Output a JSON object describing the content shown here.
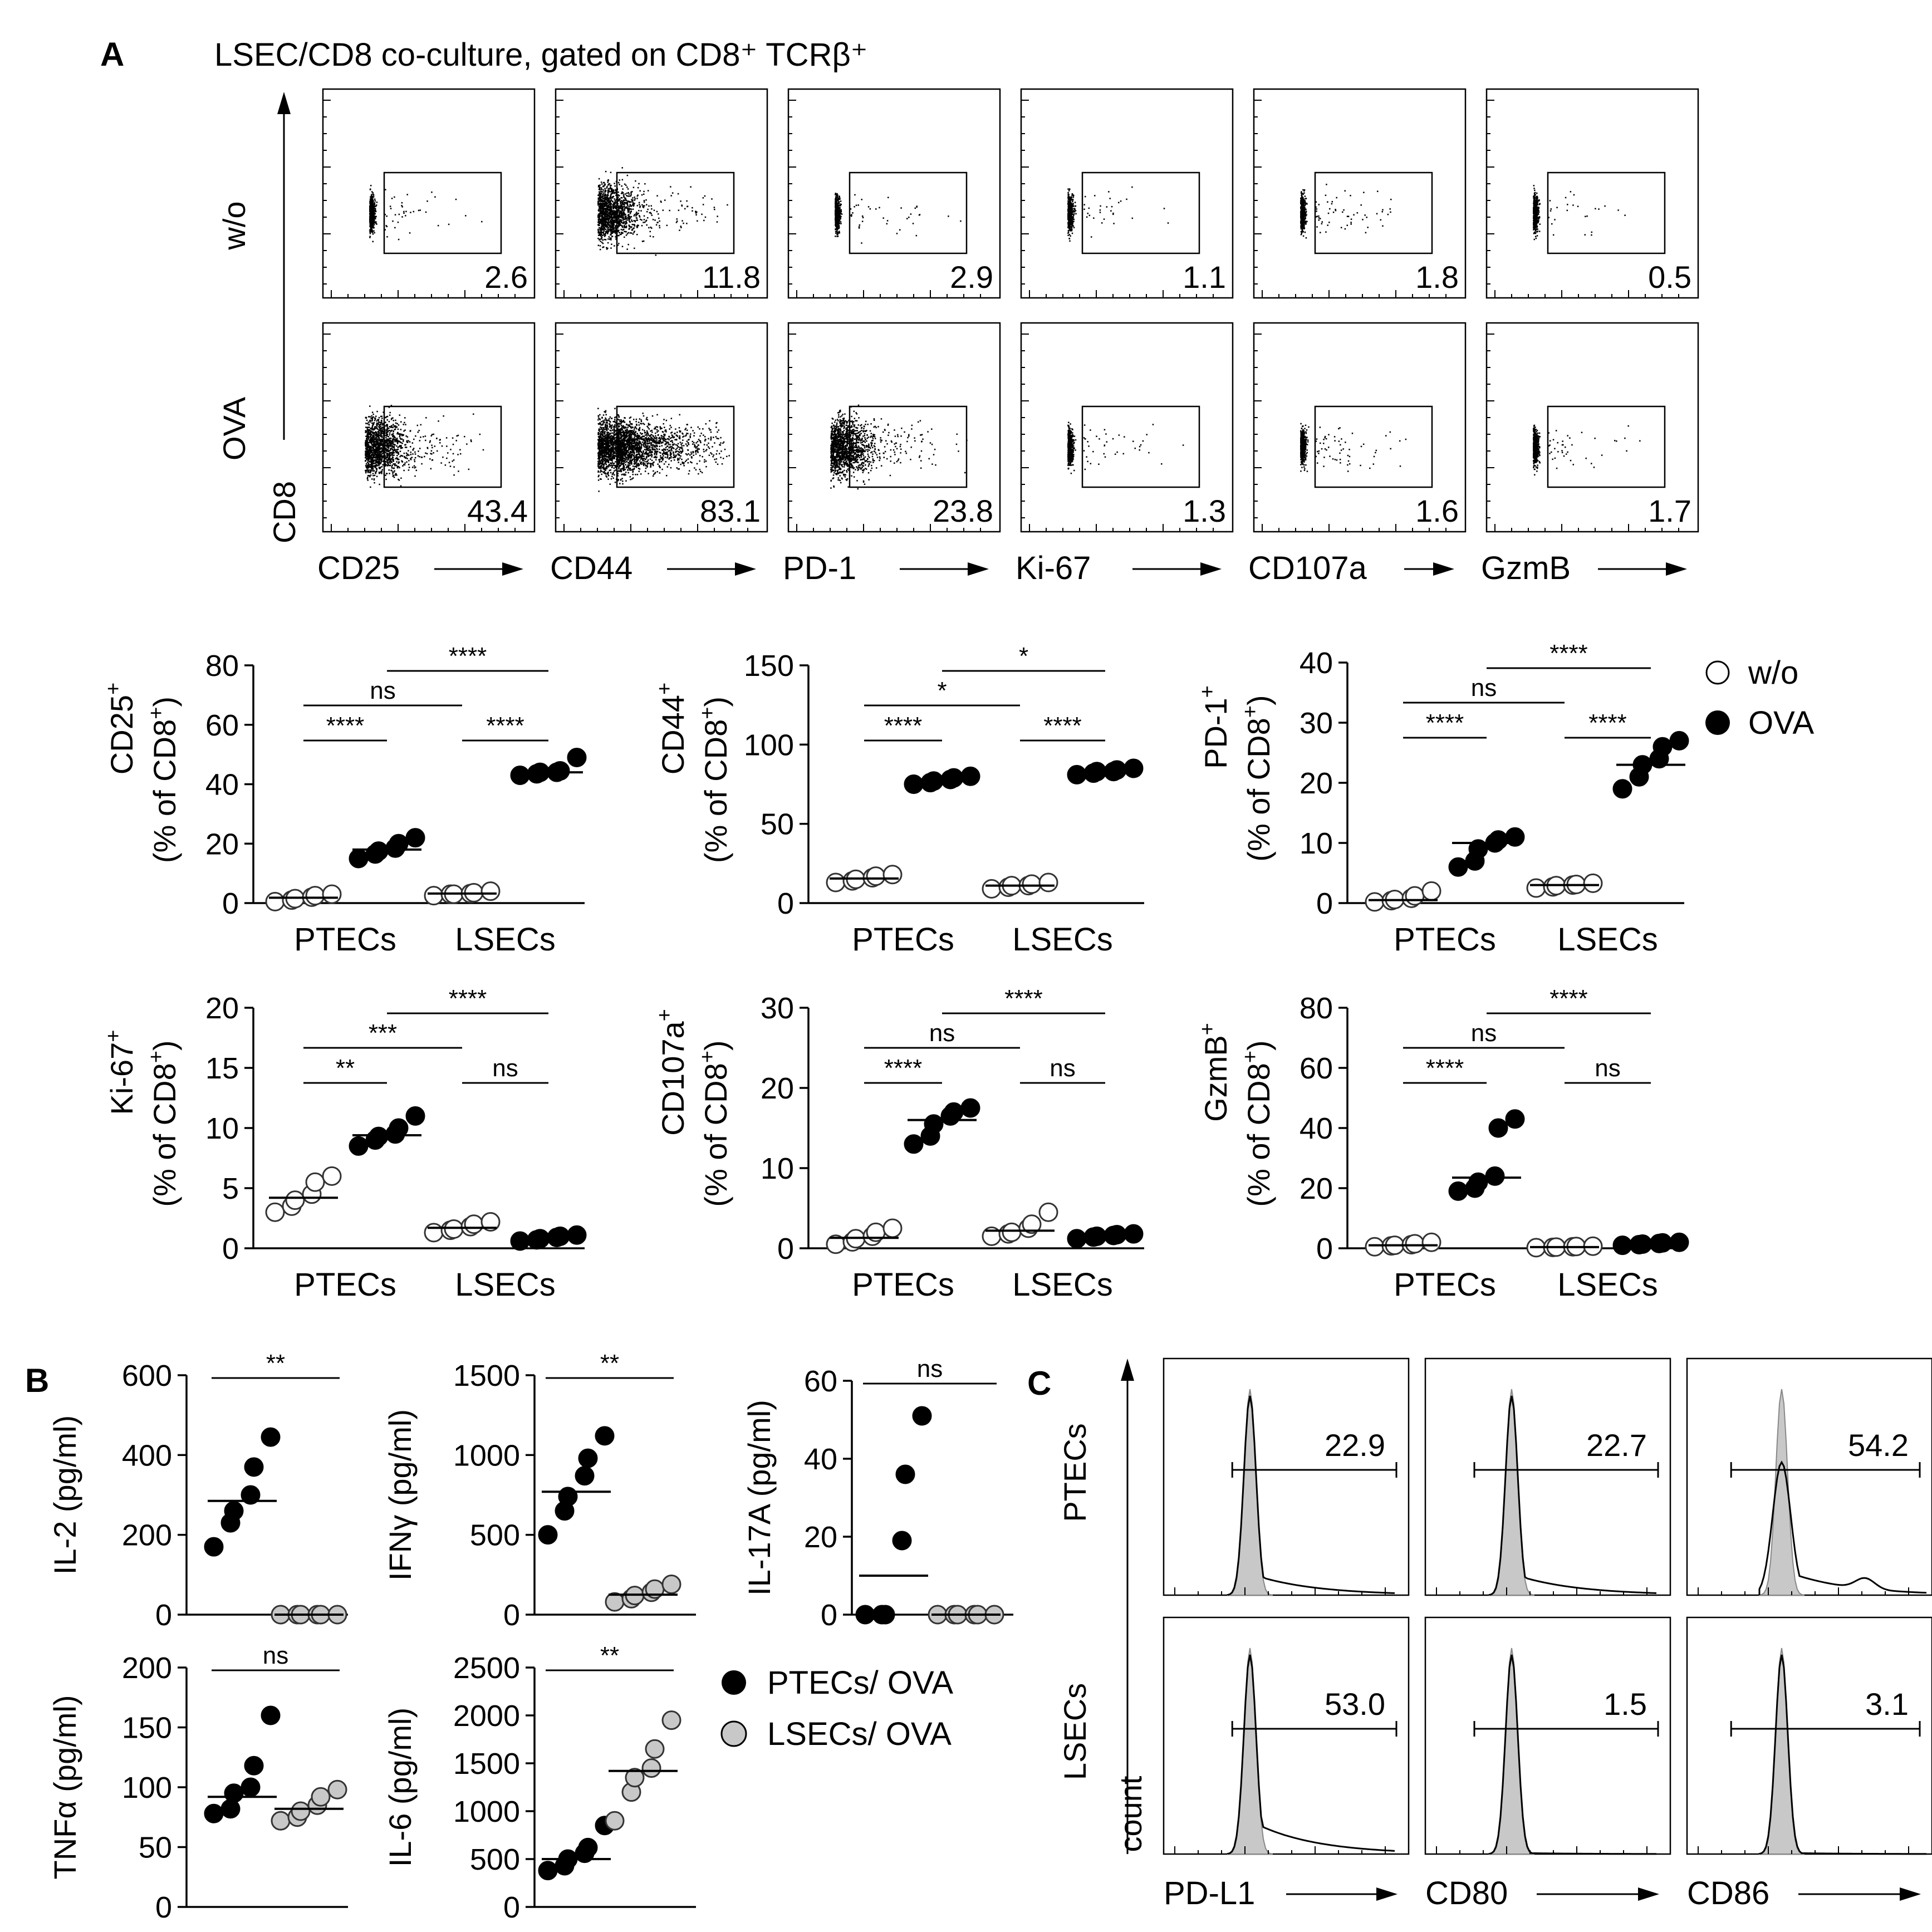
{
  "panel_labels": {
    "a": "A",
    "b": "B",
    "c": "C"
  },
  "panel_a": {
    "title": "LSEC/CD8 co-culture, gated on CD8⁺ TCRβ⁺",
    "y_axis_label": "CD8",
    "row_labels": [
      "w/o",
      "OVA"
    ],
    "markers": [
      "CD25",
      "CD44",
      "PD-1",
      "Ki-67",
      "CD107a",
      "GzmB"
    ],
    "gate_values": {
      "w/o": [
        "2.6",
        "11.8",
        "2.9",
        "1.1",
        "1.8",
        "0.5"
      ],
      "OVA": [
        "43.4",
        "83.1",
        "23.8",
        "1.3",
        "1.6",
        "1.7"
      ]
    },
    "legend": {
      "open": "w/o",
      "filled": "OVA"
    }
  },
  "chart_data": [
    {
      "id": "cd25",
      "type": "scatter",
      "ylabel_main": "CD25",
      "ylabel_sup": "+",
      "ylabel_sub": "(% of CD8",
      "ylabel_sub_sup": "+",
      "ylabel_end": ")",
      "ylim": [
        0,
        80
      ],
      "yticks": [
        0,
        20,
        40,
        60,
        80
      ],
      "groups": [
        "PTECs",
        "LSECs"
      ],
      "series": [
        {
          "name": "w/o",
          "fill": "#ffffff",
          "cat": 0,
          "values": [
            0.5,
            1.0,
            1.5,
            2.0,
            2.5,
            3.0
          ],
          "median": 1.8
        },
        {
          "name": "OVA",
          "fill": "#000000",
          "cat": 0,
          "values": [
            15,
            16.5,
            17.5,
            18.5,
            20,
            22
          ],
          "median": 18
        },
        {
          "name": "w/o",
          "fill": "#ffffff",
          "cat": 1,
          "values": [
            2.5,
            3,
            3,
            3.2,
            3.5,
            4
          ],
          "median": 3.2
        },
        {
          "name": "OVA",
          "fill": "#000000",
          "cat": 1,
          "values": [
            43,
            43.5,
            44,
            44,
            44.5,
            49
          ],
          "median": 44
        }
      ],
      "sig": [
        {
          "a": 0,
          "b": 1,
          "label": "****",
          "level": 0
        },
        {
          "a": 2,
          "b": 3,
          "label": "****",
          "level": 0
        },
        {
          "a": 0,
          "b": 2,
          "label": "ns",
          "level": 1
        },
        {
          "a": 1,
          "b": 3,
          "label": "****",
          "level": 2
        }
      ]
    },
    {
      "id": "cd44",
      "type": "scatter",
      "ylabel_main": "CD44",
      "ylabel_sup": "+",
      "ylabel_sub": "(% of CD8",
      "ylabel_sub_sup": "+",
      "ylabel_end": ")",
      "ylim": [
        0,
        150
      ],
      "yticks": [
        0,
        50,
        100,
        150
      ],
      "groups": [
        "PTECs",
        "LSECs"
      ],
      "series": [
        {
          "name": "w/o",
          "fill": "#ffffff",
          "cat": 0,
          "values": [
            13,
            14,
            15,
            16,
            17,
            18
          ],
          "median": 15.5
        },
        {
          "name": "OVA",
          "fill": "#000000",
          "cat": 0,
          "values": [
            75,
            76,
            77,
            78,
            79,
            80
          ],
          "median": 78
        },
        {
          "name": "w/o",
          "fill": "#ffffff",
          "cat": 1,
          "values": [
            9,
            10,
            11,
            11,
            12,
            13
          ],
          "median": 11
        },
        {
          "name": "OVA",
          "fill": "#000000",
          "cat": 1,
          "values": [
            81,
            82,
            83,
            83,
            84,
            85
          ],
          "median": 83
        }
      ],
      "sig": [
        {
          "a": 0,
          "b": 1,
          "label": "****",
          "level": 0
        },
        {
          "a": 2,
          "b": 3,
          "label": "****",
          "level": 0
        },
        {
          "a": 0,
          "b": 2,
          "label": "*",
          "level": 1
        },
        {
          "a": 1,
          "b": 3,
          "label": "*",
          "level": 2
        }
      ]
    },
    {
      "id": "pd1",
      "type": "scatter",
      "ylabel_main": "PD-1",
      "ylabel_sup": "+",
      "ylabel_sub": "(% of CD8",
      "ylabel_sub_sup": "+",
      "ylabel_end": ")",
      "ylim": [
        0,
        40
      ],
      "yticks": [
        0,
        10,
        20,
        30,
        40
      ],
      "groups": [
        "PTECs",
        "LSECs"
      ],
      "series": [
        {
          "name": "w/o",
          "fill": "#ffffff",
          "cat": 0,
          "values": [
            0.2,
            0.4,
            0.6,
            0.8,
            1.2,
            2.0
          ],
          "median": 0.5
        },
        {
          "name": "OVA",
          "fill": "#000000",
          "cat": 0,
          "values": [
            6,
            7,
            9,
            10,
            10.5,
            11
          ],
          "median": 10
        },
        {
          "name": "w/o",
          "fill": "#ffffff",
          "cat": 1,
          "values": [
            2.5,
            2.7,
            2.9,
            3.0,
            3.1,
            3.3
          ],
          "median": 3
        },
        {
          "name": "OVA",
          "fill": "#000000",
          "cat": 1,
          "values": [
            19,
            21,
            23,
            24,
            26,
            27
          ],
          "median": 23
        }
      ],
      "sig": [
        {
          "a": 0,
          "b": 1,
          "label": "****",
          "level": 0
        },
        {
          "a": 2,
          "b": 3,
          "label": "****",
          "level": 0
        },
        {
          "a": 0,
          "b": 2,
          "label": "ns",
          "level": 1
        },
        {
          "a": 1,
          "b": 3,
          "label": "****",
          "level": 2
        }
      ]
    },
    {
      "id": "ki67",
      "type": "scatter",
      "ylabel_main": "Ki-67",
      "ylabel_sup": "+",
      "ylabel_sub": "(% of CD8",
      "ylabel_sub_sup": "+",
      "ylabel_end": ")",
      "ylim": [
        0,
        20
      ],
      "yticks": [
        0,
        5,
        10,
        15,
        20
      ],
      "groups": [
        "PTECs",
        "LSECs"
      ],
      "series": [
        {
          "name": "w/o",
          "fill": "#ffffff",
          "cat": 0,
          "values": [
            3,
            3.5,
            4,
            4.5,
            5.5,
            6
          ],
          "median": 4.2
        },
        {
          "name": "OVA",
          "fill": "#000000",
          "cat": 0,
          "values": [
            8.5,
            9,
            9.3,
            9.5,
            10,
            11
          ],
          "median": 9.4
        },
        {
          "name": "w/o",
          "fill": "#ffffff",
          "cat": 1,
          "values": [
            1.3,
            1.5,
            1.6,
            1.8,
            2.0,
            2.2
          ],
          "median": 1.7
        },
        {
          "name": "OVA",
          "fill": "#000000",
          "cat": 1,
          "values": [
            0.6,
            0.7,
            0.8,
            0.9,
            1.0,
            1.1
          ],
          "median": 0.9
        }
      ],
      "sig": [
        {
          "a": 0,
          "b": 1,
          "label": "**",
          "level": 0
        },
        {
          "a": 2,
          "b": 3,
          "label": "ns",
          "level": 0
        },
        {
          "a": 0,
          "b": 2,
          "label": "***",
          "level": 1
        },
        {
          "a": 1,
          "b": 3,
          "label": "****",
          "level": 2
        }
      ]
    },
    {
      "id": "cd107a",
      "type": "scatter",
      "ylabel_main": "CD107a",
      "ylabel_sup": "+",
      "ylabel_sub": "(% of CD8",
      "ylabel_sub_sup": "+",
      "ylabel_end": ")",
      "ylim": [
        0,
        30
      ],
      "yticks": [
        0,
        10,
        20,
        30
      ],
      "groups": [
        "PTECs",
        "LSECs"
      ],
      "series": [
        {
          "name": "w/o",
          "fill": "#ffffff",
          "cat": 0,
          "values": [
            0.5,
            0.8,
            1.2,
            1.5,
            2.0,
            2.5
          ],
          "median": 1.3
        },
        {
          "name": "OVA",
          "fill": "#000000",
          "cat": 0,
          "values": [
            13,
            14,
            15.5,
            16.5,
            17,
            17.5
          ],
          "median": 16
        },
        {
          "name": "w/o",
          "fill": "#ffffff",
          "cat": 1,
          "values": [
            1.5,
            1.8,
            2.0,
            2.5,
            3.0,
            4.5
          ],
          "median": 2.2
        },
        {
          "name": "OVA",
          "fill": "#000000",
          "cat": 1,
          "values": [
            1.2,
            1.4,
            1.5,
            1.6,
            1.7,
            1.8
          ],
          "median": 1.6
        }
      ],
      "sig": [
        {
          "a": 0,
          "b": 1,
          "label": "****",
          "level": 0
        },
        {
          "a": 2,
          "b": 3,
          "label": "ns",
          "level": 0
        },
        {
          "a": 0,
          "b": 2,
          "label": "ns",
          "level": 1
        },
        {
          "a": 1,
          "b": 3,
          "label": "****",
          "level": 2
        }
      ]
    },
    {
      "id": "gzmb",
      "type": "scatter",
      "ylabel_main": "GzmB",
      "ylabel_sup": "+",
      "ylabel_sub": "(% of CD8",
      "ylabel_sub_sup": "+",
      "ylabel_end": ")",
      "ylim": [
        0,
        80
      ],
      "yticks": [
        0,
        20,
        40,
        60,
        80
      ],
      "groups": [
        "PTECs",
        "LSECs"
      ],
      "series": [
        {
          "name": "w/o",
          "fill": "#ffffff",
          "cat": 0,
          "values": [
            0.5,
            0.8,
            1.0,
            1.2,
            1.5,
            2.0
          ],
          "median": 1
        },
        {
          "name": "OVA",
          "fill": "#000000",
          "cat": 0,
          "values": [
            19,
            20,
            22,
            24,
            40,
            43
          ],
          "median": 23.5
        },
        {
          "name": "w/o",
          "fill": "#ffffff",
          "cat": 1,
          "values": [
            0.2,
            0.3,
            0.4,
            0.5,
            0.6,
            0.7
          ],
          "median": 0.4
        },
        {
          "name": "OVA",
          "fill": "#000000",
          "cat": 1,
          "values": [
            1.0,
            1.2,
            1.4,
            1.6,
            1.8,
            2.0
          ],
          "median": 1.5
        }
      ],
      "sig": [
        {
          "a": 0,
          "b": 1,
          "label": "****",
          "level": 0
        },
        {
          "a": 2,
          "b": 3,
          "label": "ns",
          "level": 0
        },
        {
          "a": 0,
          "b": 2,
          "label": "ns",
          "level": 1
        },
        {
          "a": 1,
          "b": 3,
          "label": "****",
          "level": 2
        }
      ]
    },
    {
      "id": "il2",
      "type": "scatter",
      "ylabel": "IL-2 (pg/ml)",
      "ylim": [
        0,
        600
      ],
      "yticks": [
        0,
        200,
        400,
        600
      ],
      "series": [
        {
          "name": "PTECs/ OVA",
          "fill": "#000000",
          "cat": 0,
          "values": [
            170,
            230,
            260,
            300,
            370,
            445
          ],
          "median": 285
        },
        {
          "name": "LSECs/ OVA",
          "fill": "#c8c8c8",
          "cat": 1,
          "values": [
            0,
            0,
            0,
            0,
            0,
            0
          ],
          "median": 0
        }
      ],
      "sig": [
        {
          "a": 0,
          "b": 1,
          "label": "**",
          "level": 0
        }
      ]
    },
    {
      "id": "ifng",
      "type": "scatter",
      "ylabel": "IFNγ (pg/ml)",
      "ylim": [
        0,
        1500
      ],
      "yticks": [
        0,
        500,
        1000,
        1500
      ],
      "series": [
        {
          "name": "PTECs/ OVA",
          "fill": "#000000",
          "cat": 0,
          "values": [
            500,
            650,
            740,
            870,
            980,
            1120
          ],
          "median": 770
        },
        {
          "name": "LSECs/ OVA",
          "fill": "#c8c8c8",
          "cat": 1,
          "values": [
            80,
            100,
            120,
            140,
            160,
            190
          ],
          "median": 125
        }
      ],
      "sig": [
        {
          "a": 0,
          "b": 1,
          "label": "**",
          "level": 0
        }
      ]
    },
    {
      "id": "il17a",
      "type": "scatter",
      "ylabel": "IL-17A (pg/ml)",
      "ylim": [
        0,
        60
      ],
      "yticks": [
        0,
        20,
        40,
        60
      ],
      "series": [
        {
          "name": "PTECs/ OVA",
          "fill": "#000000",
          "cat": 0,
          "values": [
            0,
            0,
            0,
            19,
            36,
            51
          ],
          "median": 10
        },
        {
          "name": "LSECs/ OVA",
          "fill": "#c8c8c8",
          "cat": 1,
          "values": [
            0,
            0,
            0,
            0,
            0,
            0
          ],
          "median": 0
        }
      ],
      "sig": [
        {
          "a": 0,
          "b": 1,
          "label": "ns",
          "level": 0
        }
      ]
    },
    {
      "id": "tnfa",
      "type": "scatter",
      "ylabel": "TNFα (pg/ml)",
      "ylim": [
        0,
        200
      ],
      "yticks": [
        0,
        50,
        100,
        150,
        200
      ],
      "series": [
        {
          "name": "PTECs/ OVA",
          "fill": "#000000",
          "cat": 0,
          "values": [
            78,
            82,
            95,
            100,
            118,
            160
          ],
          "median": 92
        },
        {
          "name": "LSECs/ OVA",
          "fill": "#c8c8c8",
          "cat": 1,
          "values": [
            72,
            75,
            80,
            85,
            92,
            98
          ],
          "median": 82
        }
      ],
      "sig": [
        {
          "a": 0,
          "b": 1,
          "label": "ns",
          "level": 0
        }
      ]
    },
    {
      "id": "il6",
      "type": "scatter",
      "ylabel": "IL-6 (pg/ml)",
      "ylim": [
        0,
        2500
      ],
      "yticks": [
        0,
        500,
        1000,
        1500,
        2000,
        2500
      ],
      "series": [
        {
          "name": "PTECs/ OVA",
          "fill": "#000000",
          "cat": 0,
          "values": [
            380,
            430,
            500,
            560,
            620,
            850
          ],
          "median": 500
        },
        {
          "name": "LSECs/ OVA",
          "fill": "#c8c8c8",
          "cat": 1,
          "values": [
            900,
            1200,
            1350,
            1450,
            1650,
            1950
          ],
          "median": 1420
        }
      ],
      "sig": [
        {
          "a": 0,
          "b": 1,
          "label": "**",
          "level": 0
        }
      ]
    }
  ],
  "panel_b_legend": [
    {
      "label": "PTECs/ OVA",
      "fill": "#000000"
    },
    {
      "label": "LSECs/ OVA",
      "fill": "#c8c8c8"
    }
  ],
  "panel_c": {
    "row_labels": [
      "PTECs",
      "LSECs"
    ],
    "y_axis_label": "count",
    "markers": [
      "PD-L1",
      "CD80",
      "CD86"
    ],
    "gate_values": {
      "PTECs": [
        "22.9",
        "22.7",
        "54.2"
      ],
      "LSECs": [
        "53.0",
        "1.5",
        "3.1"
      ]
    }
  }
}
